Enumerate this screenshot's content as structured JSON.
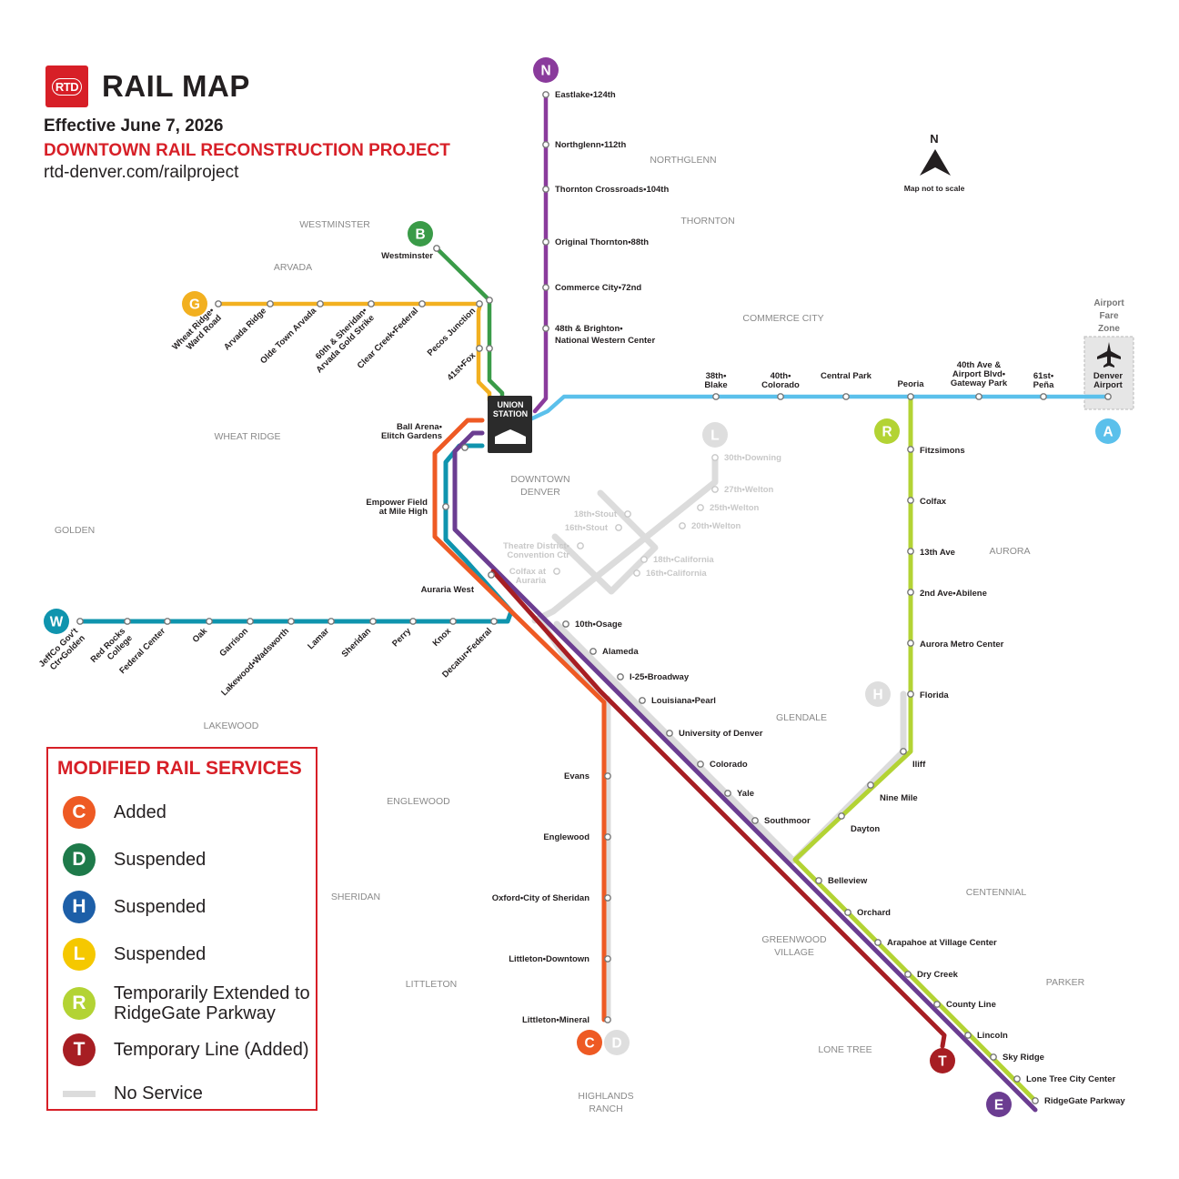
{
  "header": {
    "logo_text": "RTD",
    "title": "RAIL MAP",
    "effective": "Effective June 7, 2026",
    "project": "DOWNTOWN RAIL RECONSTRUCTION PROJECT",
    "url": "rtd-denver.com/railproject"
  },
  "compass": {
    "letter": "N",
    "note": "Map not to scale"
  },
  "airport_zone": {
    "lines": [
      "Airport",
      "Fare",
      "Zone"
    ]
  },
  "union_station": {
    "lines": [
      "UNION",
      "STATION"
    ]
  },
  "colors": {
    "A": "#5bc0eb",
    "B": "#3a9b48",
    "C": "#ee5a24",
    "D": "#1e7a4a",
    "E": "#6b3d91",
    "G": "#f2b020",
    "H": "#1d5fa8",
    "L": "#f5c800",
    "N": "#8a3b9c",
    "R": "#b3d334",
    "T": "#a71e23",
    "W": "#0f94ae",
    "no_service": "#dcdcdc",
    "brand_red": "#d71f27"
  },
  "regions": [
    "WESTMINSTER",
    "ARVADA",
    "NORTHGLENN",
    "THORNTON",
    "COMMERCE CITY",
    "WHEAT RIDGE",
    "DOWNTOWN DENVER",
    "GOLDEN",
    "AURORA",
    "LAKEWOOD",
    "GLENDALE",
    "ENGLEWOOD",
    "SHERIDAN",
    "CENTENNIAL",
    "GREENWOOD VILLAGE",
    "LITTLETON",
    "PARKER",
    "LONE TREE",
    "HIGHLANDS RANCH"
  ],
  "line_badges": [
    "N",
    "B",
    "G",
    "A",
    "R",
    "L",
    "W",
    "H",
    "C",
    "D",
    "T",
    "E"
  ],
  "stations": {
    "N": [
      "Eastlake•124th",
      "Northglenn•112th",
      "Thornton Crossroads•104th",
      "Original Thornton•88th",
      "Commerce City•72nd",
      "48th & Brighton•National Western Center"
    ],
    "B": [
      "Westminster"
    ],
    "G": [
      "Wheat Ridge•Ward Road",
      "Arvada Ridge",
      "Olde Town Arvada",
      "60th & Sheridan•Arvada Gold Strike",
      "Clear Creek•Federal",
      "Pecos Junction",
      "41st•Fox"
    ],
    "A": [
      "38th•Blake",
      "40th•Colorado",
      "Central Park",
      "Peoria",
      "40th Ave & Airport Blvd•Gateway Park",
      "61st•Peña",
      "Denver Airport"
    ],
    "R": [
      "Fitzsimons",
      "Colfax",
      "13th Ave",
      "2nd Ave•Abilene",
      "Aurora Metro Center",
      "Florida",
      "Iliff",
      "Nine Mile",
      "Dayton"
    ],
    "L": [
      "30th•Downing",
      "27th•Welton",
      "25th•Welton",
      "20th•Welton",
      "18th•Stout",
      "16th•Stout",
      "Theatre District•Convention Ctr",
      "Colfax at Auraria",
      "18th•California",
      "16th•California"
    ],
    "W": [
      "JeffCo Gov't Ctr•Golden",
      "Red Rocks College",
      "Federal Center",
      "Oak",
      "Garrison",
      "Lakewood•Wadsworth",
      "Lamar",
      "Sheridan",
      "Perry",
      "Knox",
      "Decatur•Federal"
    ],
    "core": [
      "Ball Arena•Elitch Gardens",
      "Empower Field at Mile High",
      "Auraria West"
    ],
    "southeast": [
      "10th•Osage",
      "Alameda",
      "I-25•Broadway",
      "Louisiana•Pearl",
      "University of Denver",
      "Colorado",
      "Yale",
      "Southmoor",
      "Belleview",
      "Orchard",
      "Arapahoe at Village Center",
      "Dry Creek",
      "County Line",
      "Lincoln",
      "Sky Ridge",
      "Lone Tree City Center",
      "RidgeGate Parkway"
    ],
    "southwest": [
      "Evans",
      "Englewood",
      "Oxford•City of Sheridan",
      "Littleton•Downtown",
      "Littleton•Mineral"
    ]
  },
  "legend": {
    "title": "MODIFIED RAIL SERVICES",
    "items": [
      {
        "badge": "C",
        "text": "Added"
      },
      {
        "badge": "D",
        "text": "Suspended"
      },
      {
        "badge": "H",
        "text": "Suspended"
      },
      {
        "badge": "L",
        "text": "Suspended"
      },
      {
        "badge": "R",
        "text": "Temporarily Extended to RidgeGate Parkway"
      },
      {
        "badge": "T",
        "text": "Temporary Line (Added)"
      },
      {
        "badge": "",
        "text": "No Service"
      }
    ]
  }
}
